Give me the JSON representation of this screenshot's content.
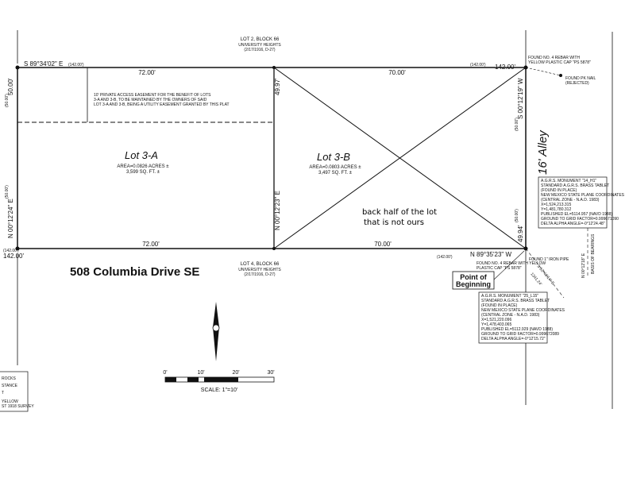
{
  "header": {
    "top_lot": "LOT 2, BLOCK 66",
    "top_sub": "UNIVERSITY HEIGHTS",
    "top_rec": "(2/17/1916, D-27)"
  },
  "footer_lot": {
    "lot": "LOT 4, BLOCK 66",
    "sub": "UNIVERSITY HEIGHTS",
    "rec": "(2/17/1916, D-27)"
  },
  "bearings": {
    "north_line": "S 89°34'02\" E",
    "north_line_rec": "(142.00')",
    "east_line": "S 00°12'19\" W",
    "east_rec": "(50.00')",
    "south_line": "N 89°35'23\" W",
    "south_rec": "(142.00')",
    "west_line": "N 00°12'24\" E",
    "west_rec": "(50.00')",
    "mid_line": "N 00°12'23\" E"
  },
  "dimensions": {
    "north_a": "72.00'",
    "north_b": "70.00'",
    "north_total": "142.00'",
    "south_a": "72.00'",
    "south_b": "70.00'",
    "south_total": "142.00'",
    "west": "50.00'",
    "mid": "49.97'",
    "east": "49.94'"
  },
  "lots": {
    "a_name": "Lot 3-A",
    "a_area1": "AREA=0.0826 ACRES ±",
    "a_area2": "3,599 SQ. FT. ±",
    "b_name": "Lot 3-B",
    "b_area1": "AREA=0.0803 ACRES ±",
    "b_area2": "3,497 SQ. FT. ±"
  },
  "easement_note": [
    "10' PRIVATE ACCESS EASEMENT FOR THE BENEFIT OF LOTS",
    "3-A AND 3-B, TO BE MAINTAINED BY THE OWNERS OF SAID",
    "LOT 3-A AND 3-B, BEING A UTILITY EASEMENT GRANTED BY THIS PLAT"
  ],
  "annotation": [
    "back half of the lot",
    "that is not ours"
  ],
  "address": "508 Columbia Drive SE",
  "point_of_beginning": [
    "Point of",
    "Beginning"
  ],
  "alley": "16'  Alley",
  "found_rebar_ne": [
    "FOUND NO. 4 REBAR WITH",
    "YELLOW PLASTIC CAP \"PS 5878\""
  ],
  "found_nail": [
    "FOUND PK NAIL",
    "(REJECTED)"
  ],
  "found_rebar_sw": [
    "FOUND NO. 4 REBAR WITH YELLOW",
    "PLASTIC CAP \"PS 5878\""
  ],
  "found_pipe": "FOUND 1\" IRON PIPE",
  "monument_top": [
    "A.G.R.S. MONUMENT \"14_H1\"",
    "STANDARD A.G.R.S. BRASS TABLET",
    "(FOUND IN PLACE)",
    "NEW MEXICO STATE PLANE COORDINATES",
    "(CENTRAL ZONE - N.A.D. 1983)",
    "X=1,524,213.315",
    "Y=1,481,780.312",
    "PUBLISHED EL=5114.957 (NAVD 1988)",
    "GROUND TO GRID FACTOR=0.999671090",
    "DELTA ALPHA ANGLE=-0°12'24.48\""
  ],
  "monument_bottom": [
    "A.G.R.S. MONUMENT \"25_L15\"",
    "STANDARD A.G.R.S. BRASS TABLET",
    "(FOUND IN PLACE)",
    "NEW MEXICO STATE PLANE COORDINATES",
    "(CENTRAL ZONE - N.A.D. 1983)",
    "X=1,521,220.096",
    "Y=1,478,403.065",
    "PUBLISHED EL=5112.929 (NAVD 1988)",
    "GROUND TO GRID FACTOR=0.999672089",
    "DELTA ALPHA ANGLE=-0°12'15.72\""
  ],
  "basis_of_bearings": [
    "N 00°12'18\" E",
    "BASIS OF BEARINGS"
  ],
  "tie_line": "S 52°46'14\" E",
  "tie_dist": "1341.24'",
  "scale": {
    "ticks": [
      "0'",
      "10'",
      "20'",
      "30'"
    ],
    "label": "SCALE: 1\"=10'"
  },
  "legend_fragments": [
    "ROCKS",
    "STANCE",
    "T",
    "YELLOW",
    "ST 1918 SURVEY"
  ],
  "colors": {
    "ink": "#111111",
    "background": "#ffffff"
  }
}
